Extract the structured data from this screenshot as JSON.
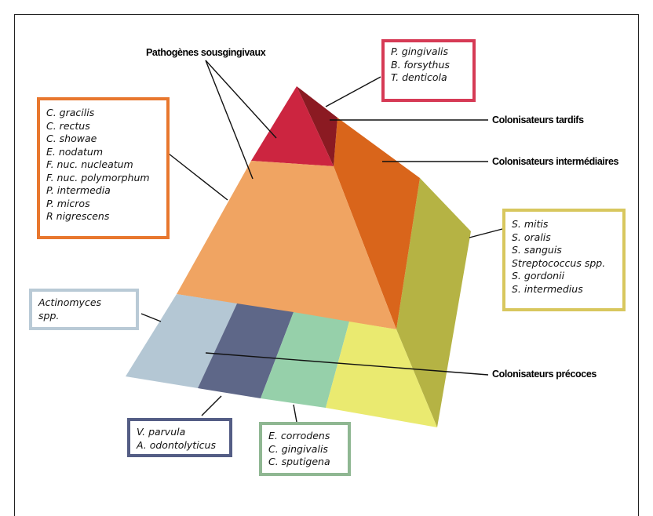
{
  "colors": {
    "top_face": "#cc2540",
    "top_side": "#8b1a22",
    "middle_face": "#f0a462",
    "middle_side": "#d9651b",
    "right_side": "#b5b344",
    "base_1": "#b4c7d4",
    "base_2": "#5e6788",
    "base_3": "#96d0aa",
    "base_4": "#eaea70",
    "box_red": "#d63a55",
    "box_orange": "#e8772e",
    "box_yellow": "#d8c75e",
    "box_lightblue": "#b9cad6",
    "box_navy": "#545d85",
    "box_green": "#8fb792"
  },
  "labels": {
    "subgingival": "Pathogènes sousgingivaux",
    "late": "Colonisateurs tardifs",
    "intermediate": "Colonisateurs intermédiaires",
    "early": "Colonisateurs précoces"
  },
  "boxes": {
    "red": {
      "items": [
        "P. gingivalis",
        "B. forsythus",
        "T. denticola"
      ]
    },
    "orange": {
      "items": [
        "C. gracilis",
        "C. rectus",
        "C. showae",
        "E. nodatum",
        "F. nuc. nucleatum",
        "F. nuc. polymorphum",
        "P. intermedia",
        "P. micros",
        "R nigrescens"
      ]
    },
    "yellow": {
      "items": [
        "S. mitis",
        "S. oralis",
        "S. sanguis",
        "Streptococcus spp.",
        "S. gordonii",
        "S. intermedius"
      ]
    },
    "lightblue": {
      "items": [
        "Actinomyces",
        "spp."
      ]
    },
    "navy": {
      "items": [
        "V. parvula",
        "A. odontolyticus"
      ]
    },
    "green": {
      "items": [
        "E. corrodens",
        "C. gingivalis",
        "C. sputigena"
      ]
    }
  }
}
